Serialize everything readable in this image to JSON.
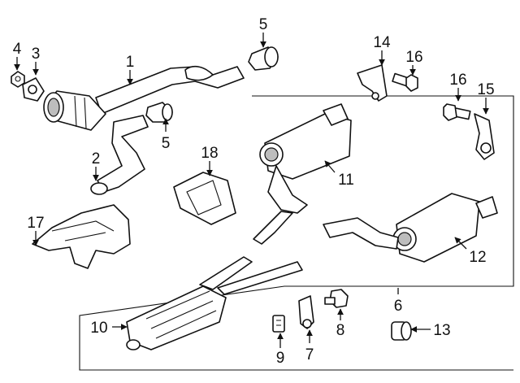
{
  "callouts": {
    "c1": "1",
    "c2": "2",
    "c3": "3",
    "c4": "4",
    "c5a": "5",
    "c5b": "5",
    "c6": "6",
    "c7": "7",
    "c8": "8",
    "c9": "9",
    "c10": "10",
    "c11": "11",
    "c12": "12",
    "c13": "13",
    "c14": "14",
    "c15": "15",
    "c16a": "16",
    "c16b": "16",
    "c17": "17",
    "c18": "18"
  },
  "icons": {
    "arrowhead": "filled-triangle"
  }
}
